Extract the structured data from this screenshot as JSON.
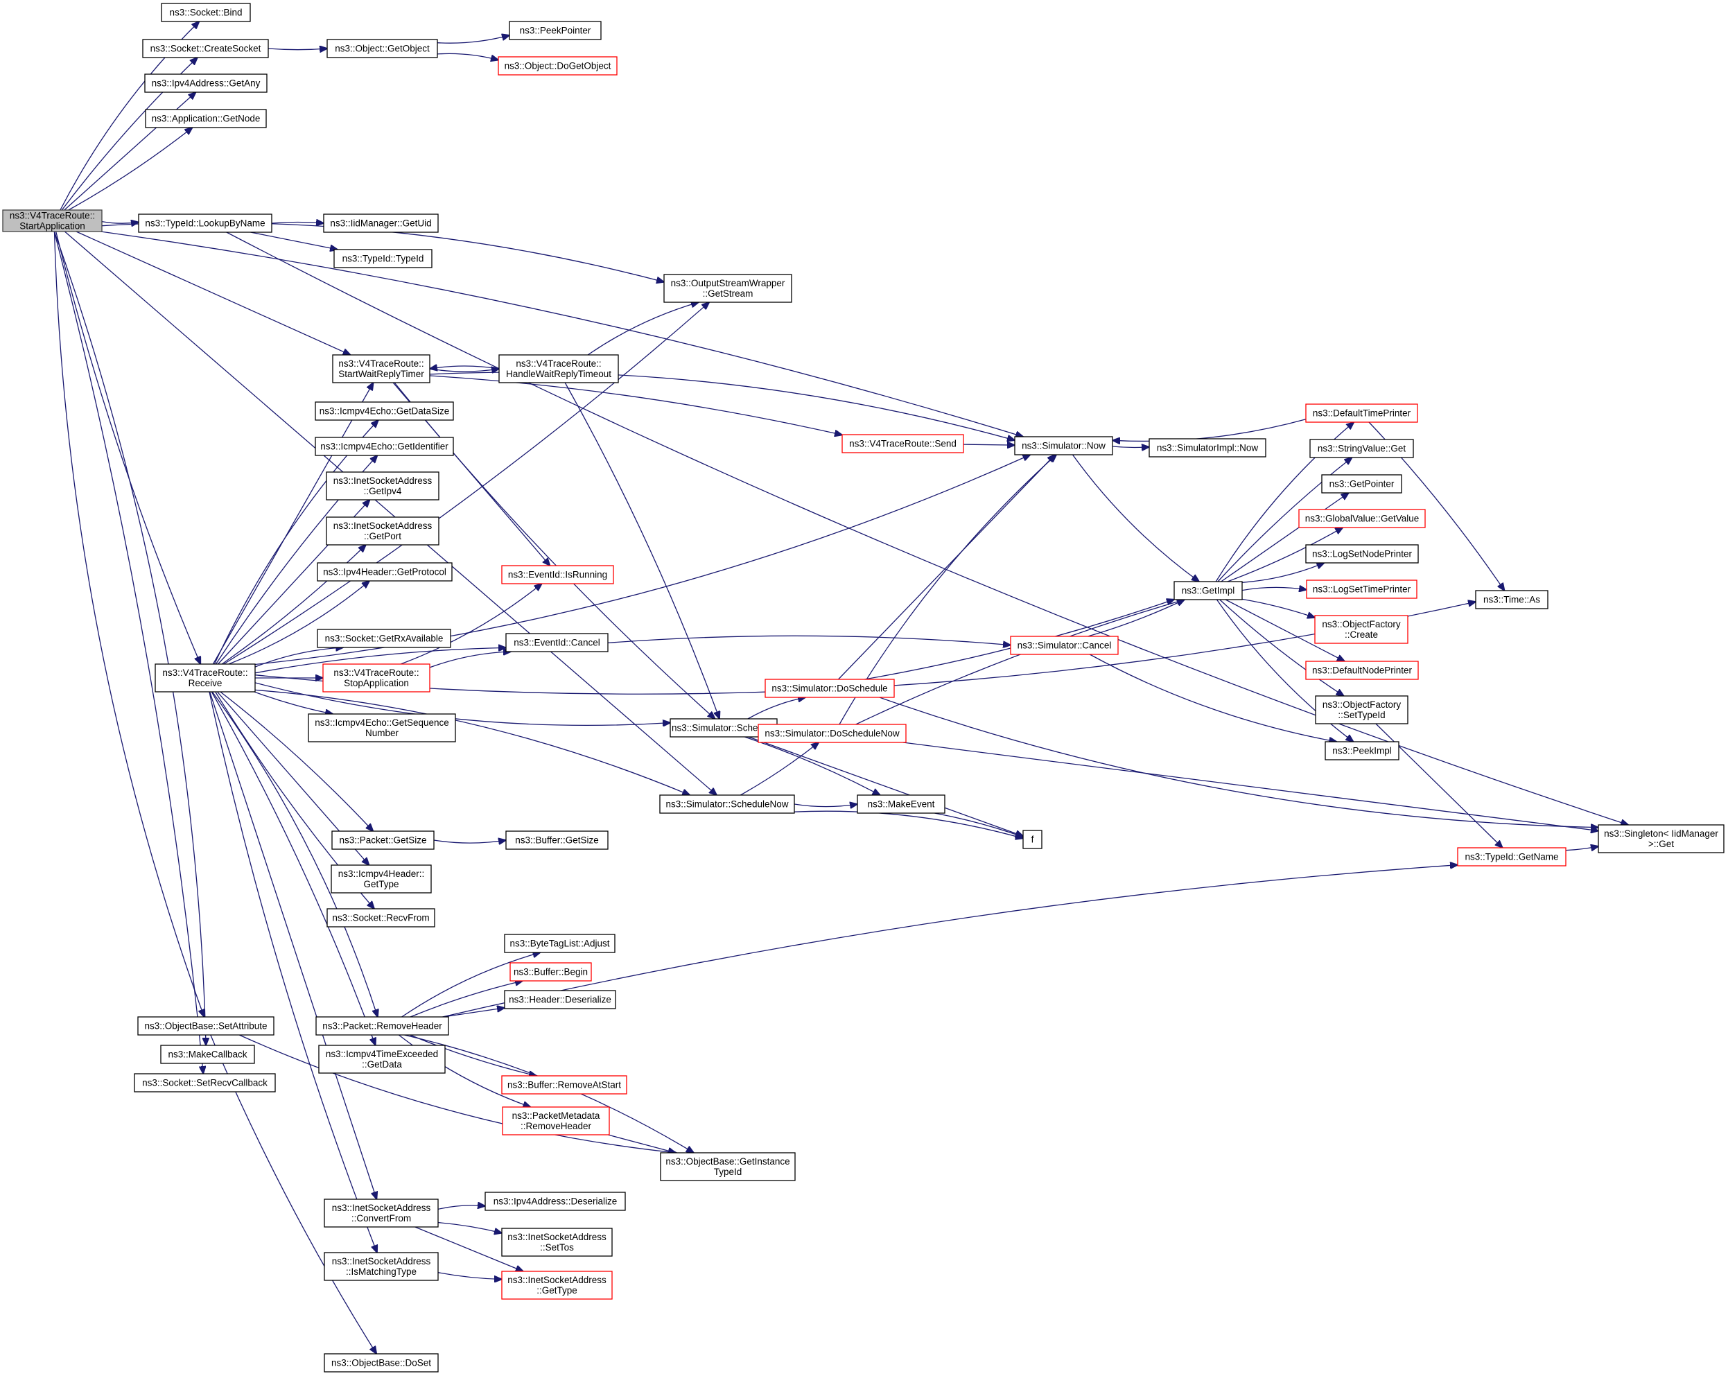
{
  "diagram": {
    "title": "Call graph of ns3::V4TraceRoute::StartApplication",
    "colors": {
      "edge": "#191970",
      "truncated_border": "#ff0000",
      "start_fill": "#bfbfbf",
      "normal_border": "#000000"
    },
    "nodes": [
      {
        "id": "start",
        "lines": [
          "ns3::V4TraceRoute::",
          "StartApplication"
        ],
        "kind": "start"
      },
      {
        "id": "bind",
        "lines": [
          "ns3::Socket::Bind"
        ],
        "kind": "normal"
      },
      {
        "id": "createsocket",
        "lines": [
          "ns3::Socket::CreateSocket"
        ],
        "kind": "normal"
      },
      {
        "id": "getobject",
        "lines": [
          "ns3::Object::GetObject"
        ],
        "kind": "normal"
      },
      {
        "id": "peekpointer",
        "lines": [
          "ns3::PeekPointer"
        ],
        "kind": "normal"
      },
      {
        "id": "dogetobject",
        "lines": [
          "ns3::Object::DoGetObject"
        ],
        "kind": "truncated"
      },
      {
        "id": "getany",
        "lines": [
          "ns3::Ipv4Address::GetAny"
        ],
        "kind": "normal"
      },
      {
        "id": "getnode",
        "lines": [
          "ns3::Application::GetNode"
        ],
        "kind": "normal"
      },
      {
        "id": "lookupbyname",
        "lines": [
          "ns3::TypeId::LookupByName"
        ],
        "kind": "normal"
      },
      {
        "id": "getuid",
        "lines": [
          "ns3::IidManager::GetUid"
        ],
        "kind": "normal"
      },
      {
        "id": "typeid",
        "lines": [
          "ns3::TypeId::TypeId"
        ],
        "kind": "normal"
      },
      {
        "id": "getstream",
        "lines": [
          "ns3::OutputStreamWrapper",
          "::GetStream"
        ],
        "kind": "normal"
      },
      {
        "id": "startwait",
        "lines": [
          "ns3::V4TraceRoute::",
          "StartWaitReplyTimer"
        ],
        "kind": "normal"
      },
      {
        "id": "handlewait",
        "lines": [
          "ns3::V4TraceRoute::",
          "HandleWaitReplyTimeout"
        ],
        "kind": "normal"
      },
      {
        "id": "getdatasize",
        "lines": [
          "ns3::Icmpv4Echo::GetDataSize"
        ],
        "kind": "normal"
      },
      {
        "id": "getidentifier",
        "lines": [
          "ns3::Icmpv4Echo::GetIdentifier"
        ],
        "kind": "normal"
      },
      {
        "id": "getipv4",
        "lines": [
          "ns3::InetSocketAddress",
          "::GetIpv4"
        ],
        "kind": "normal"
      },
      {
        "id": "getport",
        "lines": [
          "ns3::InetSocketAddress",
          "::GetPort"
        ],
        "kind": "normal"
      },
      {
        "id": "getprotocol",
        "lines": [
          "ns3::Ipv4Header::GetProtocol"
        ],
        "kind": "normal"
      },
      {
        "id": "isrunning",
        "lines": [
          "ns3::EventId::IsRunning"
        ],
        "kind": "truncated"
      },
      {
        "id": "getrxavail",
        "lines": [
          "ns3::Socket::GetRxAvailable"
        ],
        "kind": "normal"
      },
      {
        "id": "eventcancel",
        "lines": [
          "ns3::EventId::Cancel"
        ],
        "kind": "normal"
      },
      {
        "id": "receive",
        "lines": [
          "ns3::V4TraceRoute::",
          "Receive"
        ],
        "kind": "normal"
      },
      {
        "id": "stopapp",
        "lines": [
          "ns3::V4TraceRoute::",
          "StopApplication"
        ],
        "kind": "truncated"
      },
      {
        "id": "getseq",
        "lines": [
          "ns3::Icmpv4Echo::GetSequence",
          "Number"
        ],
        "kind": "normal"
      },
      {
        "id": "send",
        "lines": [
          "ns3::V4TraceRoute::Send"
        ],
        "kind": "truncated"
      },
      {
        "id": "simnow",
        "lines": [
          "ns3::Simulator::Now"
        ],
        "kind": "normal"
      },
      {
        "id": "implnow",
        "lines": [
          "ns3::SimulatorImpl::Now"
        ],
        "kind": "normal"
      },
      {
        "id": "schedule",
        "lines": [
          "ns3::Simulator::Schedule"
        ],
        "kind": "normal"
      },
      {
        "id": "doschedule",
        "lines": [
          "ns3::Simulator::DoSchedule"
        ],
        "kind": "truncated"
      },
      {
        "id": "doschedulenow",
        "lines": [
          "ns3::Simulator::DoScheduleNow"
        ],
        "kind": "truncated"
      },
      {
        "id": "simcancel",
        "lines": [
          "ns3::Simulator::Cancel"
        ],
        "kind": "truncated"
      },
      {
        "id": "getimpl",
        "lines": [
          "ns3::GetImpl"
        ],
        "kind": "normal"
      },
      {
        "id": "schedulenow",
        "lines": [
          "ns3::Simulator::ScheduleNow"
        ],
        "kind": "normal"
      },
      {
        "id": "makeevent",
        "lines": [
          "ns3::MakeEvent"
        ],
        "kind": "normal"
      },
      {
        "id": "f",
        "lines": [
          "f"
        ],
        "kind": "normal"
      },
      {
        "id": "pktgetsize",
        "lines": [
          "ns3::Packet::GetSize"
        ],
        "kind": "normal"
      },
      {
        "id": "bufgetsize",
        "lines": [
          "ns3::Buffer::GetSize"
        ],
        "kind": "normal"
      },
      {
        "id": "icmpgettype",
        "lines": [
          "ns3::Icmpv4Header::",
          "GetType"
        ],
        "kind": "normal"
      },
      {
        "id": "recvfrom",
        "lines": [
          "ns3::Socket::RecvFrom"
        ],
        "kind": "normal"
      },
      {
        "id": "defaulttime",
        "lines": [
          "ns3::DefaultTimePrinter"
        ],
        "kind": "truncated"
      },
      {
        "id": "stringget",
        "lines": [
          "ns3::StringValue::Get"
        ],
        "kind": "normal"
      },
      {
        "id": "getpointer",
        "lines": [
          "ns3::GetPointer"
        ],
        "kind": "normal"
      },
      {
        "id": "globalget",
        "lines": [
          "ns3::GlobalValue::GetValue"
        ],
        "kind": "truncated"
      },
      {
        "id": "lognode",
        "lines": [
          "ns3::LogSetNodePrinter"
        ],
        "kind": "normal"
      },
      {
        "id": "logtime",
        "lines": [
          "ns3::LogSetTimePrinter"
        ],
        "kind": "truncated"
      },
      {
        "id": "ofcreate",
        "lines": [
          "ns3::ObjectFactory",
          "::Create"
        ],
        "kind": "truncated"
      },
      {
        "id": "defaultnode",
        "lines": [
          "ns3::DefaultNodePrinter"
        ],
        "kind": "truncated"
      },
      {
        "id": "ofsettypeid",
        "lines": [
          "ns3::ObjectFactory",
          "::SetTypeId"
        ],
        "kind": "normal"
      },
      {
        "id": "peekimpl",
        "lines": [
          "ns3::PeekImpl"
        ],
        "kind": "normal"
      },
      {
        "id": "timeas",
        "lines": [
          "ns3::Time::As"
        ],
        "kind": "normal"
      },
      {
        "id": "singleton",
        "lines": [
          "ns3::Singleton< IidManager",
          ">::Get"
        ],
        "kind": "normal"
      },
      {
        "id": "getname",
        "lines": [
          "ns3::TypeId::GetName"
        ],
        "kind": "truncated"
      },
      {
        "id": "adjust",
        "lines": [
          "ns3::ByteTagList::Adjust"
        ],
        "kind": "normal"
      },
      {
        "id": "bufbegin",
        "lines": [
          "ns3::Buffer::Begin"
        ],
        "kind": "truncated"
      },
      {
        "id": "hdrdeser",
        "lines": [
          "ns3::Header::Deserialize"
        ],
        "kind": "normal"
      },
      {
        "id": "setattr",
        "lines": [
          "ns3::ObjectBase::SetAttribute"
        ],
        "kind": "normal"
      },
      {
        "id": "removeheader",
        "lines": [
          "ns3::Packet::RemoveHeader"
        ],
        "kind": "normal"
      },
      {
        "id": "makecallback",
        "lines": [
          "ns3::MakeCallback"
        ],
        "kind": "normal"
      },
      {
        "id": "timeexceeded",
        "lines": [
          "ns3::Icmpv4TimeExceeded",
          "::GetData"
        ],
        "kind": "normal"
      },
      {
        "id": "removeatstart",
        "lines": [
          "ns3::Buffer::RemoveAtStart"
        ],
        "kind": "truncated"
      },
      {
        "id": "setrecvcb",
        "lines": [
          "ns3::Socket::SetRecvCallback"
        ],
        "kind": "normal"
      },
      {
        "id": "pmremoveheader",
        "lines": [
          "ns3::PacketMetadata",
          "::RemoveHeader"
        ],
        "kind": "truncated"
      },
      {
        "id": "getinstancetid",
        "lines": [
          "ns3::ObjectBase::GetInstance",
          "TypeId"
        ],
        "kind": "normal"
      },
      {
        "id": "convertfrom",
        "lines": [
          "ns3::InetSocketAddress",
          "::ConvertFrom"
        ],
        "kind": "normal"
      },
      {
        "id": "ipv4deser",
        "lines": [
          "ns3::Ipv4Address::Deserialize"
        ],
        "kind": "normal"
      },
      {
        "id": "settos",
        "lines": [
          "ns3::InetSocketAddress",
          "::SetTos"
        ],
        "kind": "normal"
      },
      {
        "id": "ismatching",
        "lines": [
          "ns3::InetSocketAddress",
          "::IsMatchingType"
        ],
        "kind": "normal"
      },
      {
        "id": "isagettype",
        "lines": [
          "ns3::InetSocketAddress",
          "::GetType"
        ],
        "kind": "truncated"
      },
      {
        "id": "doset",
        "lines": [
          "ns3::ObjectBase::DoSet"
        ],
        "kind": "normal"
      }
    ],
    "edges": [
      [
        "start",
        "bind"
      ],
      [
        "start",
        "createsocket"
      ],
      [
        "start",
        "getany"
      ],
      [
        "start",
        "getnode"
      ],
      [
        "start",
        "lookupbyname"
      ],
      [
        "start",
        "getstream"
      ],
      [
        "start",
        "simnow"
      ],
      [
        "start",
        "startwait"
      ],
      [
        "start",
        "receive"
      ],
      [
        "start",
        "setattr"
      ],
      [
        "start",
        "makecallback"
      ],
      [
        "start",
        "setrecvcb"
      ],
      [
        "start",
        "schedulenow"
      ],
      [
        "createsocket",
        "getobject"
      ],
      [
        "getobject",
        "peekpointer"
      ],
      [
        "getobject",
        "dogetobject"
      ],
      [
        "lookupbyname",
        "getuid"
      ],
      [
        "lookupbyname",
        "typeid"
      ],
      [
        "lookupbyname",
        "singleton"
      ],
      [
        "startwait",
        "handlewait"
      ],
      [
        "startwait",
        "simnow"
      ],
      [
        "startwait",
        "send"
      ],
      [
        "startwait",
        "isrunning"
      ],
      [
        "startwait",
        "schedule"
      ],
      [
        "handlewait",
        "startwait"
      ],
      [
        "handlewait",
        "getstream"
      ],
      [
        "handlewait",
        "schedule"
      ],
      [
        "receive",
        "startwait"
      ],
      [
        "receive",
        "getstream"
      ],
      [
        "receive",
        "simnow"
      ],
      [
        "receive",
        "getdatasize"
      ],
      [
        "receive",
        "getidentifier"
      ],
      [
        "receive",
        "getipv4"
      ],
      [
        "receive",
        "getport"
      ],
      [
        "receive",
        "getprotocol"
      ],
      [
        "receive",
        "getrxavail"
      ],
      [
        "receive",
        "eventcancel"
      ],
      [
        "receive",
        "stopapp"
      ],
      [
        "receive",
        "getseq"
      ],
      [
        "receive",
        "schedule"
      ],
      [
        "receive",
        "schedulenow"
      ],
      [
        "receive",
        "pktgetsize"
      ],
      [
        "receive",
        "icmpgettype"
      ],
      [
        "receive",
        "recvfrom"
      ],
      [
        "receive",
        "timeas"
      ],
      [
        "receive",
        "removeheader"
      ],
      [
        "receive",
        "timeexceeded"
      ],
      [
        "receive",
        "convertfrom"
      ],
      [
        "receive",
        "ismatching"
      ],
      [
        "stopapp",
        "isrunning"
      ],
      [
        "stopapp",
        "eventcancel"
      ],
      [
        "eventcancel",
        "simcancel"
      ],
      [
        "send",
        "simnow"
      ],
      [
        "simnow",
        "implnow"
      ],
      [
        "simnow",
        "getimpl"
      ],
      [
        "schedule",
        "doschedule"
      ],
      [
        "schedule",
        "makeevent"
      ],
      [
        "schedule",
        "f"
      ],
      [
        "schedulenow",
        "doschedulenow"
      ],
      [
        "schedulenow",
        "makeevent"
      ],
      [
        "schedulenow",
        "f"
      ],
      [
        "makeevent",
        "f"
      ],
      [
        "doschedule",
        "simnow"
      ],
      [
        "doschedule",
        "getimpl"
      ],
      [
        "doschedule",
        "singleton"
      ],
      [
        "doschedulenow",
        "simnow"
      ],
      [
        "doschedulenow",
        "getimpl"
      ],
      [
        "doschedulenow",
        "singleton"
      ],
      [
        "simcancel",
        "getimpl"
      ],
      [
        "simcancel",
        "peekimpl"
      ],
      [
        "getimpl",
        "defaulttime"
      ],
      [
        "getimpl",
        "stringget"
      ],
      [
        "getimpl",
        "getpointer"
      ],
      [
        "getimpl",
        "globalget"
      ],
      [
        "getimpl",
        "lognode"
      ],
      [
        "getimpl",
        "logtime"
      ],
      [
        "getimpl",
        "ofcreate"
      ],
      [
        "getimpl",
        "defaultnode"
      ],
      [
        "getimpl",
        "ofsettypeid"
      ],
      [
        "getimpl",
        "peekimpl"
      ],
      [
        "defaulttime",
        "simnow"
      ],
      [
        "defaulttime",
        "timeas"
      ],
      [
        "ofsettypeid",
        "getname"
      ],
      [
        "getname",
        "singleton"
      ],
      [
        "pktgetsize",
        "bufgetsize"
      ],
      [
        "removeheader",
        "adjust"
      ],
      [
        "removeheader",
        "bufbegin"
      ],
      [
        "removeheader",
        "hdrdeser"
      ],
      [
        "removeheader",
        "removeatstart"
      ],
      [
        "removeheader",
        "pmremoveheader"
      ],
      [
        "removeheader",
        "getinstancetid"
      ],
      [
        "removeheader",
        "getname"
      ],
      [
        "pmremoveheader",
        "getinstancetid"
      ],
      [
        "setattr",
        "doset"
      ],
      [
        "setattr",
        "getinstancetid"
      ],
      [
        "convertfrom",
        "ipv4deser"
      ],
      [
        "convertfrom",
        "settos"
      ],
      [
        "convertfrom",
        "isagettype"
      ],
      [
        "ismatching",
        "isagettype"
      ]
    ]
  }
}
